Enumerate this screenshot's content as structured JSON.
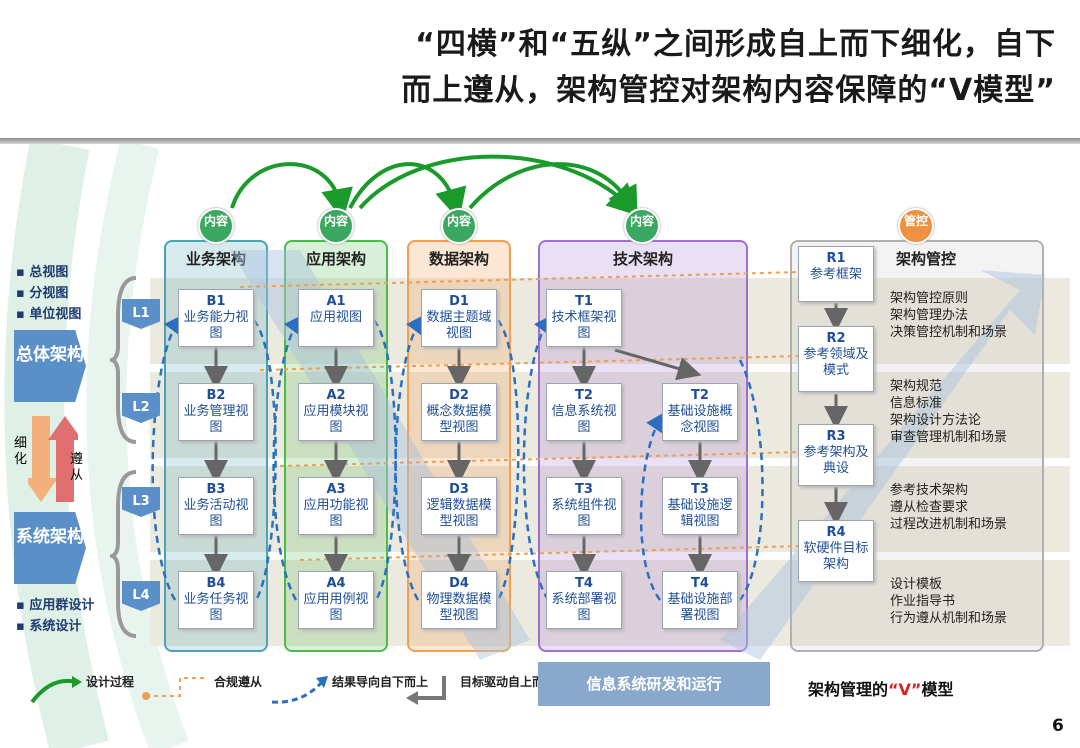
{
  "title": {
    "line1": "“四横”和“五纵”之间形成自上而下细化，自下",
    "line2": "而上遵从，架构管控对架构内容保障的“V模型”"
  },
  "left": {
    "top_bullets": [
      "总视图",
      "分视图",
      "单位视图"
    ],
    "bottom_bullets": [
      "应用群设计",
      "系统设计"
    ],
    "box_overall": "总体架构",
    "box_system": "系统架构",
    "refine": "细化",
    "comply": "遵从",
    "levels": [
      "L1",
      "L2",
      "L3",
      "L4"
    ]
  },
  "badges": {
    "content": "内容",
    "control": "管控"
  },
  "columns": {
    "business": "业务架构",
    "application": "应用架构",
    "data": "数据架构",
    "technology": "技术架构",
    "control": "架构管控"
  },
  "nodes": {
    "b1": {
      "id": "B1",
      "label": "业务能力视图"
    },
    "b2": {
      "id": "B2",
      "label": "业务管理视图"
    },
    "b3": {
      "id": "B3",
      "label": "业务活动视图"
    },
    "b4": {
      "id": "B4",
      "label": "业务任务视图"
    },
    "a1": {
      "id": "A1",
      "label": "应用视图"
    },
    "a2": {
      "id": "A2",
      "label": "应用模块视图"
    },
    "a3": {
      "id": "A3",
      "label": "应用功能视图"
    },
    "a4": {
      "id": "A4",
      "label": "应用用例视图"
    },
    "d1": {
      "id": "D1",
      "label": "数据主题域视图"
    },
    "d2": {
      "id": "D2",
      "label": "概念数据模型视图"
    },
    "d3": {
      "id": "D3",
      "label": "逻辑数据模型视图"
    },
    "d4": {
      "id": "D4",
      "label": "物理数据模型视图"
    },
    "t1": {
      "id": "T1",
      "label": "技术框架视图"
    },
    "t2a": {
      "id": "T2",
      "label": "信息系统视图"
    },
    "t2b": {
      "id": "T2",
      "label": "基础设施概念视图"
    },
    "t3a": {
      "id": "T3",
      "label": "系统组件视图"
    },
    "t3b": {
      "id": "T3",
      "label": "基础设施逻辑视图"
    },
    "t4a": {
      "id": "T4",
      "label": "系统部署视图"
    },
    "t4b": {
      "id": "T4",
      "label": "基础设施部署视图"
    },
    "r1": {
      "id": "R1",
      "label": "参考框架"
    },
    "r2": {
      "id": "R2",
      "label": "参考领域及模式"
    },
    "r3": {
      "id": "R3",
      "label": "参考架构及典设"
    },
    "r4": {
      "id": "R4",
      "label": "软硬件目标架构"
    }
  },
  "control_text": {
    "g1": [
      "架构管控原则",
      "架构管理办法",
      "决策管控机制和场景"
    ],
    "g2": [
      "架构规范",
      "信息标准",
      "架构设计方法论",
      "审查管理机制和场景"
    ],
    "g3": [
      "参考技术架构",
      "遵从检查要求",
      "过程改进机制和场景"
    ],
    "g4": [
      "设计模板",
      "作业指导书",
      "行为遵从机制和场景"
    ]
  },
  "bottom": {
    "legend_design": "设计过程",
    "legend_compliance": "合规遵从",
    "legend_result": "结果导向自下而上",
    "legend_goal": "目标驱动自上而下",
    "banner": "信息系统研发和运行",
    "model_prefix": "架构管理的",
    "model_v": "“V”",
    "model_suffix": "模型"
  },
  "page_number": "6",
  "colors": {
    "business": "#4aa3b0",
    "application": "#4cbb4c",
    "data": "#f0a050",
    "technology": "#a070d0",
    "control": "#b0b0b0",
    "level": "#5b8fc7",
    "green_arrow": "#1a9a2a"
  }
}
